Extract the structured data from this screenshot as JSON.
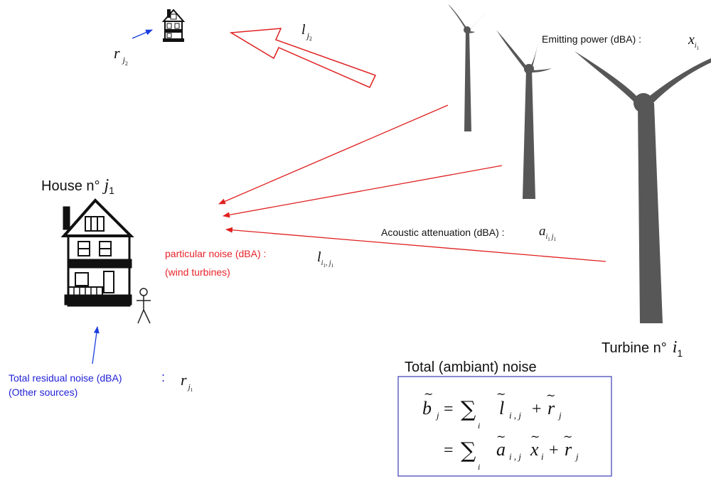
{
  "colors": {
    "particular_noise": "#e8232a",
    "residual_noise": "#1f1fd6",
    "arrow_red": "#e02020",
    "arrow_blue": "#1a3ee0",
    "turbine": "#575757",
    "house": "#111111",
    "formula_box": "#3b3bb8",
    "text": "#111111"
  },
  "icons": {
    "house_large": "house-icon",
    "house_small": "house-icon",
    "person": "person-icon",
    "turbine": "wind-turbine-icon"
  },
  "labels": {
    "house_title": "House n°",
    "house_index_sym": "j",
    "house_index_sub": "1",
    "turbine_title": "Turbine n°",
    "turbine_index_sym": "i",
    "turbine_index_sub": "1",
    "emitting_power": "Emitting power (dBA) :",
    "emitting_power_sym": "x",
    "emitting_power_sub": "i",
    "emitting_power_subsub": "1",
    "attenuation": "Acoustic attenuation (dBA) :",
    "attenuation_sym": "a",
    "attenuation_sub": "i",
    "attenuation_sub1": "1",
    "attenuation_sub2": "j",
    "attenuation_sub3": "1",
    "particular_line1": "particular  noise (dBA) :",
    "particular_line2": "(wind turbines)",
    "particular_sym": "l",
    "particular_sub_i": "i",
    "particular_sub_i1": "1",
    "particular_sub_sep": ", ",
    "particular_sub_j": "j",
    "particular_sub_j1": "1",
    "residual_line1": "Total residual noise (dBA)",
    "residual_colon": ":",
    "residual_line2": "(Other sources)",
    "residual_sym": "r",
    "residual_sub": "j",
    "residual_subsub": "1",
    "small_house_sym": "r",
    "small_house_sub": "j",
    "small_house_subsub": "2",
    "small_arrow_sym": "l",
    "small_arrow_sub": "j",
    "small_arrow_subsub": "2"
  },
  "formula": {
    "title": "Total (ambiant) noise",
    "line1_lhs": "b",
    "line1_lhs_sub": "j",
    "line1_eq": "=",
    "line1_sum": "∑",
    "line1_sum_index": "i",
    "line1_term": "l",
    "line1_term_sub": "i , j",
    "line1_plus": "+",
    "line1_r": "r",
    "line1_r_sub": "j",
    "line2_eq": "=",
    "line2_sum": "∑",
    "line2_sum_index": "i",
    "line2_a": "a",
    "line2_a_sub": "i , j",
    "line2_x": "x",
    "line2_x_sub": "i",
    "line2_plus": "+",
    "line2_r": "r",
    "line2_r_sub": "j"
  }
}
